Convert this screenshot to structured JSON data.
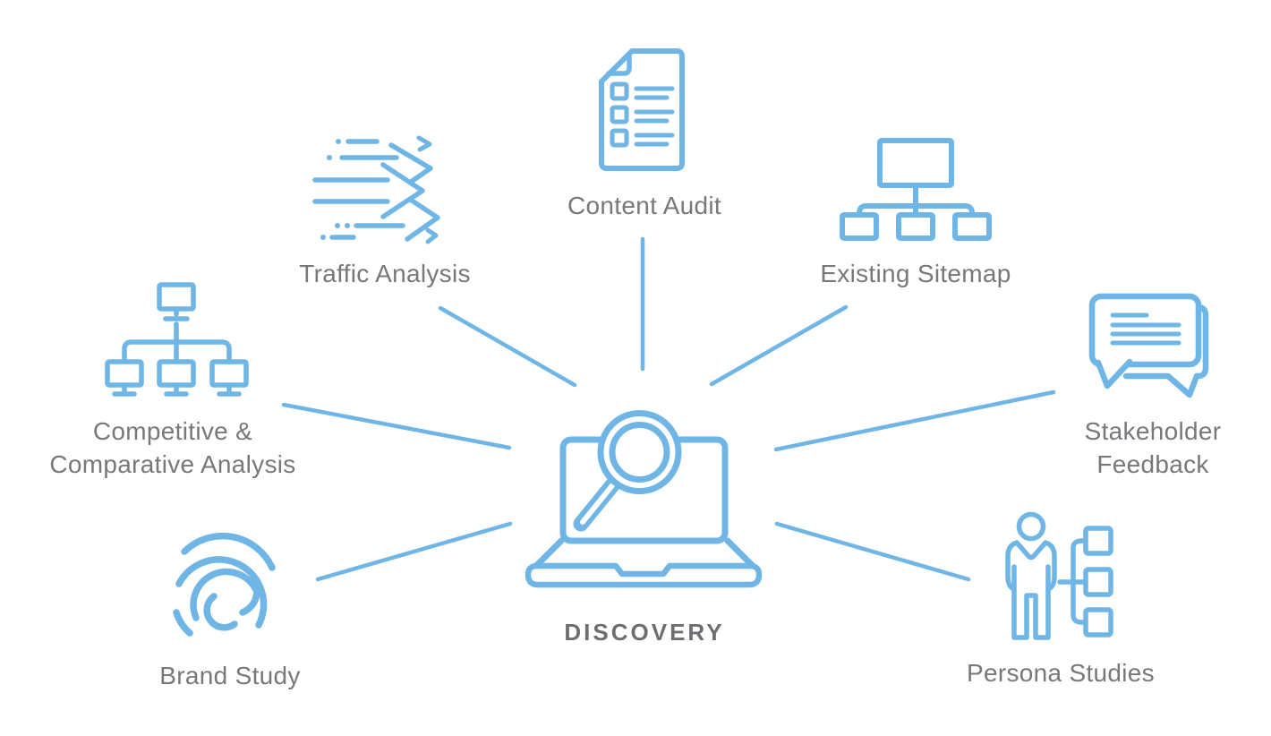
{
  "diagram_title": "DISCOVERY",
  "colors": {
    "accent_blue": "#6fb6e6",
    "label_gray": "#77787b",
    "title_gray": "#6d6e71",
    "background": "#ffffff"
  },
  "center": {
    "label": "DISCOVERY",
    "icon": "laptop-magnifier-icon"
  },
  "nodes": [
    {
      "label": "Traffic Analysis",
      "icon": "speed-arrows-icon",
      "position": "top-left"
    },
    {
      "label": "Content Audit",
      "icon": "document-checklist-icon",
      "position": "top-center"
    },
    {
      "label": "Existing Sitemap",
      "icon": "sitemap-icon",
      "position": "top-right"
    },
    {
      "label": "Stakeholder Feedback",
      "icon": "chat-bubbles-icon",
      "position": "right"
    },
    {
      "label": "Persona Studies",
      "icon": "person-flowchart-icon",
      "position": "bottom-right"
    },
    {
      "label": "Brand Study",
      "icon": "fingerprint-icon",
      "position": "bottom-left"
    },
    {
      "label": "Competitive & Comparative Analysis",
      "icon": "monitors-hierarchy-icon",
      "position": "left"
    }
  ]
}
